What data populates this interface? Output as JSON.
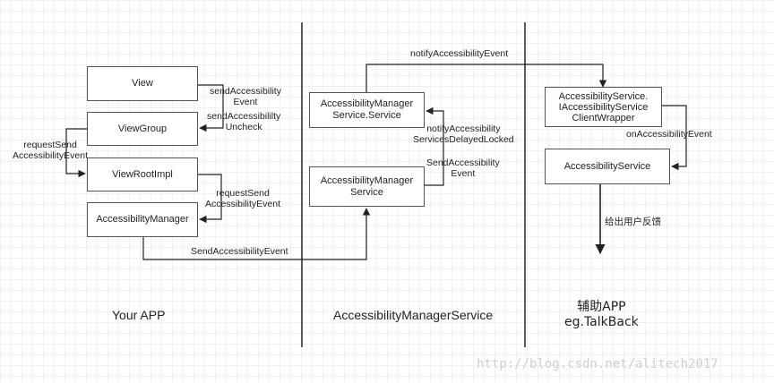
{
  "boxes": {
    "view": "View",
    "viewgroup": "ViewGroup",
    "viewrootimpl": "ViewRootImpl",
    "accessibility_manager": "AccessibilityManager",
    "ams_service_dot_service": "AccessibilityManager\nService.Service",
    "ams_service": "AccessibilityManager\nService",
    "client_wrapper": "AccessibilityService.\nIAccessibilityService\nClientWrapper",
    "accessibility_service": "AccessibilityService"
  },
  "labels": {
    "send_event": "sendAccessibility\nEvent",
    "send_unchecked": "sendAccessibililty\nUncheck",
    "request_send_left": "requestSend\nAccessibilityEvent",
    "request_send_right": "requestSend\nAccessibilityEvent",
    "send_accessibility_event_bottom": "SendAccessibilityEvent",
    "notify_top": "notifyAccessibilityEvent",
    "notify_delayed": "notifyAccessibility\nServicesDelayedLocked",
    "send_accessibility_event_mid": "SendAccessibility\nEvent",
    "on_accessibility_event": "onAccessibilityEvent",
    "user_feedback": "给出用户反馈"
  },
  "zones": {
    "your_app": "Your APP",
    "ams": "AccessibilityManagerService",
    "assist_app": "辅助APP\neg.TalkBack"
  },
  "watermark": "http://blog.csdn.net/alitech2017"
}
